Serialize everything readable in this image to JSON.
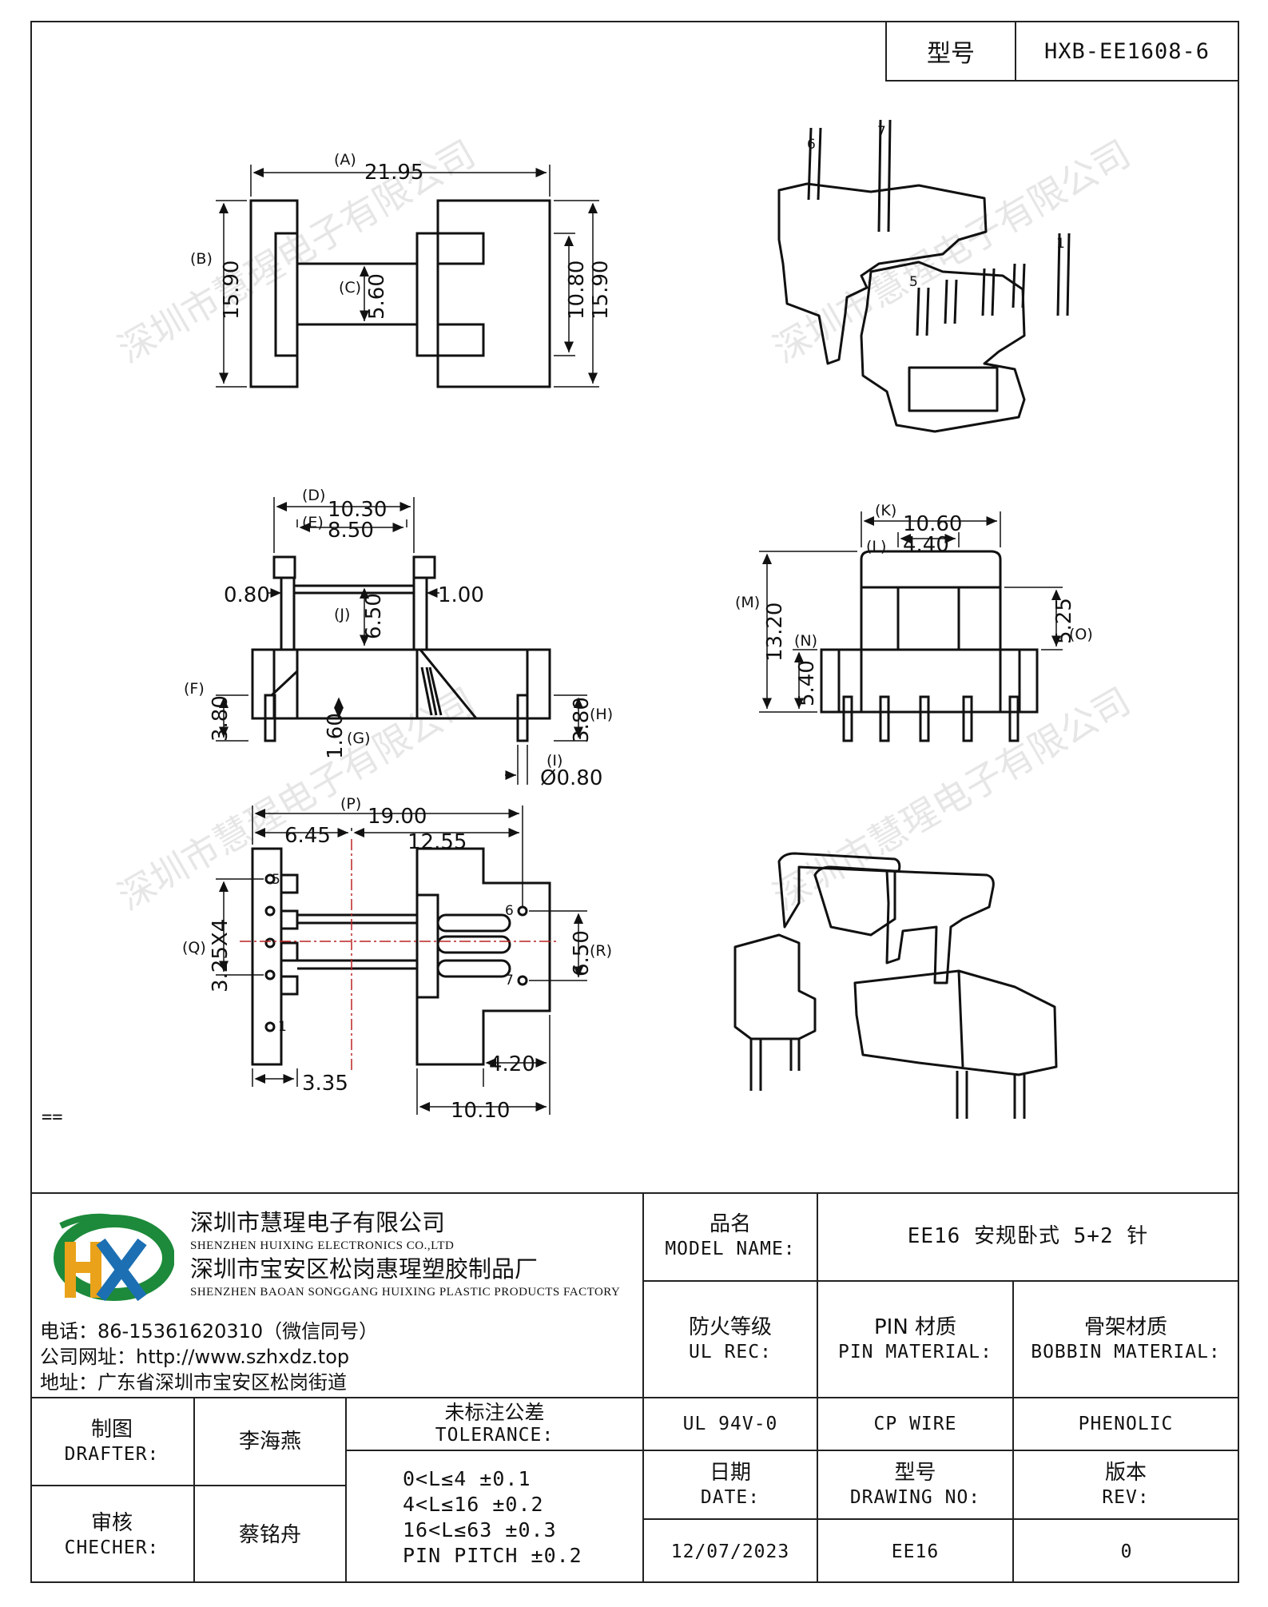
{
  "header": {
    "model_label": "型号",
    "model_value": "HXB-EE1608-6"
  },
  "watermark": "深圳市慧瑆电子有限公司",
  "eq_mark": "==",
  "dimensions": {
    "A": "(A)",
    "A_val": "21.95",
    "B": "(B)",
    "B_val": "15.90",
    "C": "(C)",
    "C_val": "5.60",
    "right_10_80": "10.80",
    "right_15_90": "15.90",
    "D": "(D)",
    "D_val": "10.30",
    "E": "(E)",
    "E_val": "8.50",
    "J": "(J)",
    "J_val": "6.50",
    "left_0_80": "0.80",
    "right_1_00": "1.00",
    "F": "(F)",
    "F_val": "3.80",
    "G": "(G)",
    "G_val": "1.60",
    "H": "(H)",
    "H_val": "3.80",
    "I": "(I)",
    "I_val": "Ø0.80",
    "K": "(K)",
    "K_val": "10.60",
    "L": "(L)",
    "L_val": "4.40",
    "M": "(M)",
    "M_val": "13.20",
    "N": "(N)",
    "N_val": "5.40",
    "O": "(O)",
    "O_val": "5.25",
    "P": "(P)",
    "P_val": "19.00",
    "top_6_45": "6.45",
    "top_12_55": "12.55",
    "Q": "(Q)",
    "Q_val": "3.25X4",
    "R": "(R)",
    "R_val": "6.50",
    "bot_3_35": "3.35",
    "bot_4_20": "4.20",
    "bot_10_10": "10.10"
  },
  "pins": {
    "p1": "1",
    "p5": "5",
    "p6": "6",
    "p7": "7"
  },
  "title_block": {
    "company_cn": "深圳市慧瑆电子有限公司",
    "company_en": "SHENZHEN HUIXING ELECTRONICS CO.,LTD",
    "factory_cn": "深圳市宝安区松岗惠瑆塑胶制品厂",
    "factory_en": "SHENZHEN BAOAN SONGGANG HUIXING PLASTIC PRODUCTS FACTORY",
    "phone": "电话：86-15361620310（微信同号）",
    "website": "公司网址：http://www.szhxdz.top",
    "address": "地址：广东省深圳市宝安区松岗街道",
    "model_name_cn": "品名",
    "model_name_en": "MODEL NAME:",
    "model_name_value": "EE16 安规卧式 5+2 针",
    "ul_cn": "防火等级",
    "ul_en": "UL REC:",
    "pin_mat_cn": "PIN 材质",
    "pin_mat_en": "PIN MATERIAL:",
    "bobbin_cn": "骨架材质",
    "bobbin_en": "BOBBIN MATERIAL:",
    "drafter_cn": "制图",
    "drafter_en": "DRAFTER:",
    "drafter_name": "李海燕",
    "tol_cn": "未标注公差",
    "tol_en": "TOLERANCE:",
    "ul_value": "UL 94V-0",
    "pin_value": "CP WIRE",
    "bobbin_value": "PHENOLIC",
    "checker_cn": "审核",
    "checker_en": "CHECHER:",
    "checker_name": "蔡铭舟",
    "tol_1": "0<L≤4  ±0.1",
    "tol_2": "4<L≤16 ±0.2",
    "tol_3": "16<L≤63 ±0.3",
    "tol_4": "PIN PITCH ±0.2",
    "date_cn": "日期",
    "date_en": "DATE:",
    "dwg_cn": "型号",
    "dwg_en": "DRAWING NO:",
    "rev_cn": "版本",
    "rev_en": "REV:",
    "date_value": "12/07/2023",
    "dwg_value": "EE16",
    "rev_value": "0"
  }
}
